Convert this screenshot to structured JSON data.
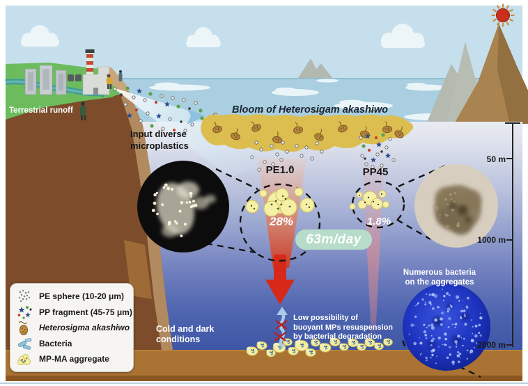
{
  "figure": {
    "bloom_title": "Bloom of Heterosigam akashiwo",
    "runoff_label": "Terrestrial runoff",
    "input_label_line1": "Input diverse",
    "input_label_line2": "microplastics",
    "sinking_rate": "63m/day",
    "conditions_line1": "Cold and dark",
    "conditions_line2": "conditions",
    "resuspension_line1": "Low possibility of",
    "resuspension_line2": "buoyant MPs resuspension",
    "resuspension_line3": "by bacterial degradation",
    "bacteria_note_line1": "Numerous bacteria",
    "bacteria_note_line2": "on the aggregates"
  },
  "treatments": [
    {
      "name": "PE1.0",
      "aggregate_sinking_percent": "28%"
    },
    {
      "name": "PP45",
      "aggregate_sinking_percent": "1.8%"
    }
  ],
  "depth_markers": [
    {
      "label": "50 m"
    },
    {
      "label": "1000 m"
    },
    {
      "label": "2000 m"
    }
  ],
  "legend": {
    "items": [
      {
        "icon": "pe-sphere-icon",
        "label": "PE sphere (10-20 μm)"
      },
      {
        "icon": "pp-fragment-icon",
        "label": "PP fragment (45-75 μm)"
      },
      {
        "icon": "heterosigma-icon",
        "label": "Heterosigma akashiwo"
      },
      {
        "icon": "bacteria-icon",
        "label": "Bacteria"
      },
      {
        "icon": "mp-ma-aggregate-icon",
        "label": "MP-MA aggregate"
      }
    ]
  },
  "colors": {
    "bloom_yellow": "#dcbd4f",
    "deep_water_blue": "#3a54a5",
    "sinking_arrow_red": "#d6291a",
    "rate_pill_green": "#b7dcc9",
    "aggregate_yellow": "#f3eca1",
    "seafloor_brown": "#aa7233"
  }
}
